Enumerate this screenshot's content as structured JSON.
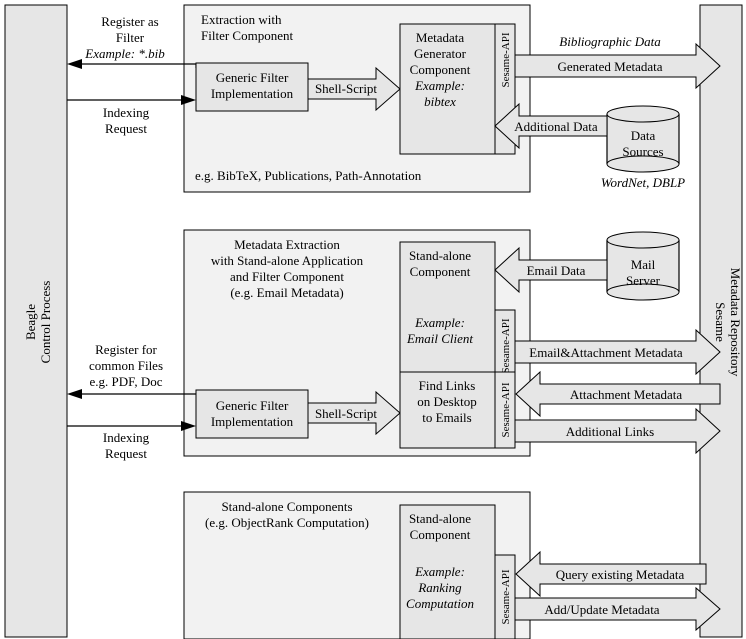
{
  "left_bar": {
    "line1": "Beagle",
    "line2": "Control Process"
  },
  "right_bar": {
    "line1": "Sesame",
    "line2": "Metadata Repository"
  },
  "top_left": {
    "register_line1": "Register as",
    "register_line2": "Filter",
    "example": "Example: *.bib",
    "indexing_line1": "Indexing",
    "indexing_line2": "Request"
  },
  "section1": {
    "title_line1": "Extraction with",
    "title_line2": "Filter Component",
    "filter_line1": "Generic Filter",
    "filter_line2": "Implementation",
    "shell": "Shell-Script",
    "gen_line1": "Metadata",
    "gen_line2": "Generator",
    "gen_line3": "Component",
    "gen_example1": "Example:",
    "gen_example2": "bibtex",
    "api": "Sesame-API",
    "footer": "e.g. BibTeX, Publications, Path-Annotation",
    "biblio": "Bibliographic Data",
    "generated": "Generated Metadata",
    "additional": "Additional Data",
    "ds_line1": "Data",
    "ds_line2": "Sources",
    "ds_examples": "WordNet, DBLP"
  },
  "section2": {
    "title_line1": "Metadata Extraction",
    "title_line2": "with Stand-alone Application",
    "title_line3": "and Filter Component",
    "title_line4": "(e.g. Email Metadata)",
    "sa_line1": "Stand-alone",
    "sa_line2": "Component",
    "sa_example1": "Example:",
    "sa_example2": "Email Client",
    "api1": "Sesame-API",
    "email_data": "Email Data",
    "mail_line1": "Mail",
    "mail_line2": "Server",
    "email_attach": "Email&Attachment Metadata",
    "register_line1": "Register for",
    "register_line2": "common Files",
    "register_line3": "e.g. PDF, Doc",
    "filter_line1": "Generic Filter",
    "filter_line2": "Implementation",
    "shell": "Shell-Script",
    "links_line1": "Find Links",
    "links_line2": "on Desktop",
    "links_line3": "to Emails",
    "api2": "Sesame-API",
    "attach_meta": "Attachment Metadata",
    "add_links": "Additional Links",
    "indexing_line1": "Indexing",
    "indexing_line2": "Request"
  },
  "section3": {
    "title_line1": "Stand-alone Components",
    "title_line2": "(e.g. ObjectRank Computation)",
    "sa_line1": "Stand-alone",
    "sa_line2": "Component",
    "ex_line1": "Example:",
    "ex_line2": "Ranking",
    "ex_line3": "Computation",
    "api": "Sesame-API",
    "query": "Query existing Metadata",
    "update": "Add/Update Metadata"
  }
}
